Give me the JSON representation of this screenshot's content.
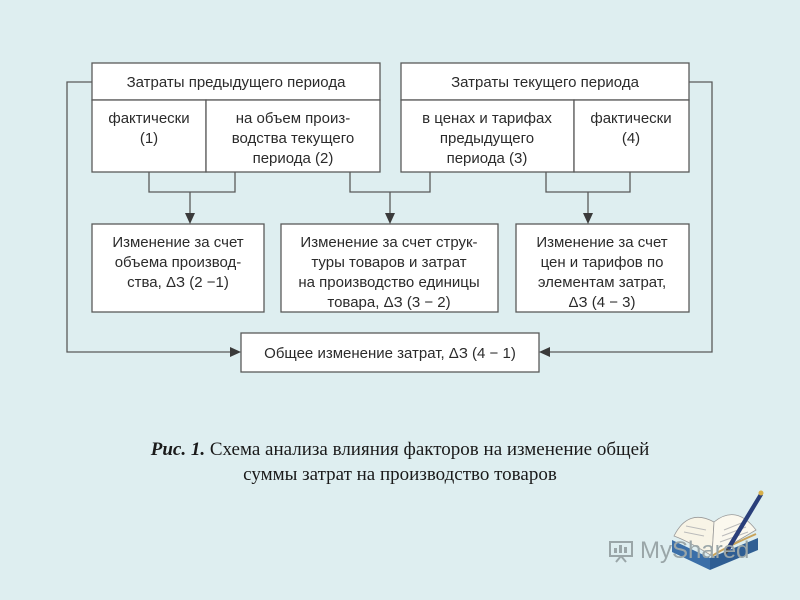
{
  "boxes": {
    "prev_header": "Затраты предыдущего периода",
    "cur_header": "Затраты текущего периода",
    "prev_actual": [
      "фактически",
      "(1)"
    ],
    "prev_volume": [
      "на объем произ-",
      "водства текущего",
      "периода (2)"
    ],
    "cur_prices": [
      "в ценах и тарифах",
      "предыдущего",
      "периода (3)"
    ],
    "cur_actual": [
      "фактически",
      "(4)"
    ],
    "effect_volume": [
      "Изменение за счет",
      "объема производ-",
      "ства, ΔЗ (2 −1)"
    ],
    "effect_structure": [
      "Изменение за счет струк-",
      "туры товаров и затрат",
      "на производство единицы",
      "товара, ΔЗ (3 − 2)"
    ],
    "effect_prices": [
      "Изменение за счет",
      "цен и тарифов по",
      "элементам затрат,",
      "ΔЗ (4 − 3)"
    ],
    "total": "Общее изменение затрат, ΔЗ (4 − 1)"
  },
  "caption": {
    "figure_label": "Рис. 1.",
    "text_line1": " Схема анализа влияния факторов на изменение общей",
    "text_line2": "суммы затрат на производство товаров"
  },
  "watermark": "MyShared"
}
